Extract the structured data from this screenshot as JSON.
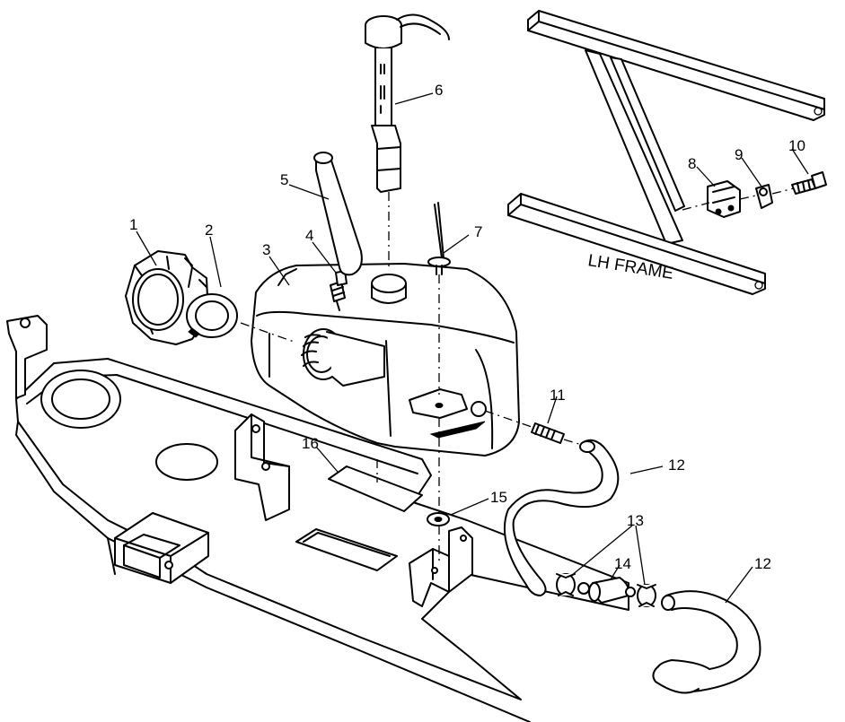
{
  "callouts": {
    "c1": "1",
    "c2": "2",
    "c3": "3",
    "c4": "4",
    "c5": "5",
    "c6": "6",
    "c7": "7",
    "c8": "8",
    "c9": "9",
    "c10": "10",
    "c11": "11",
    "c12a": "12",
    "c12b": "12",
    "c13": "13",
    "c14": "14",
    "c15": "15",
    "c16": "16"
  },
  "frame_label": "LH FRAME",
  "colors": {
    "ink": "#000000",
    "paper": "#ffffff"
  }
}
